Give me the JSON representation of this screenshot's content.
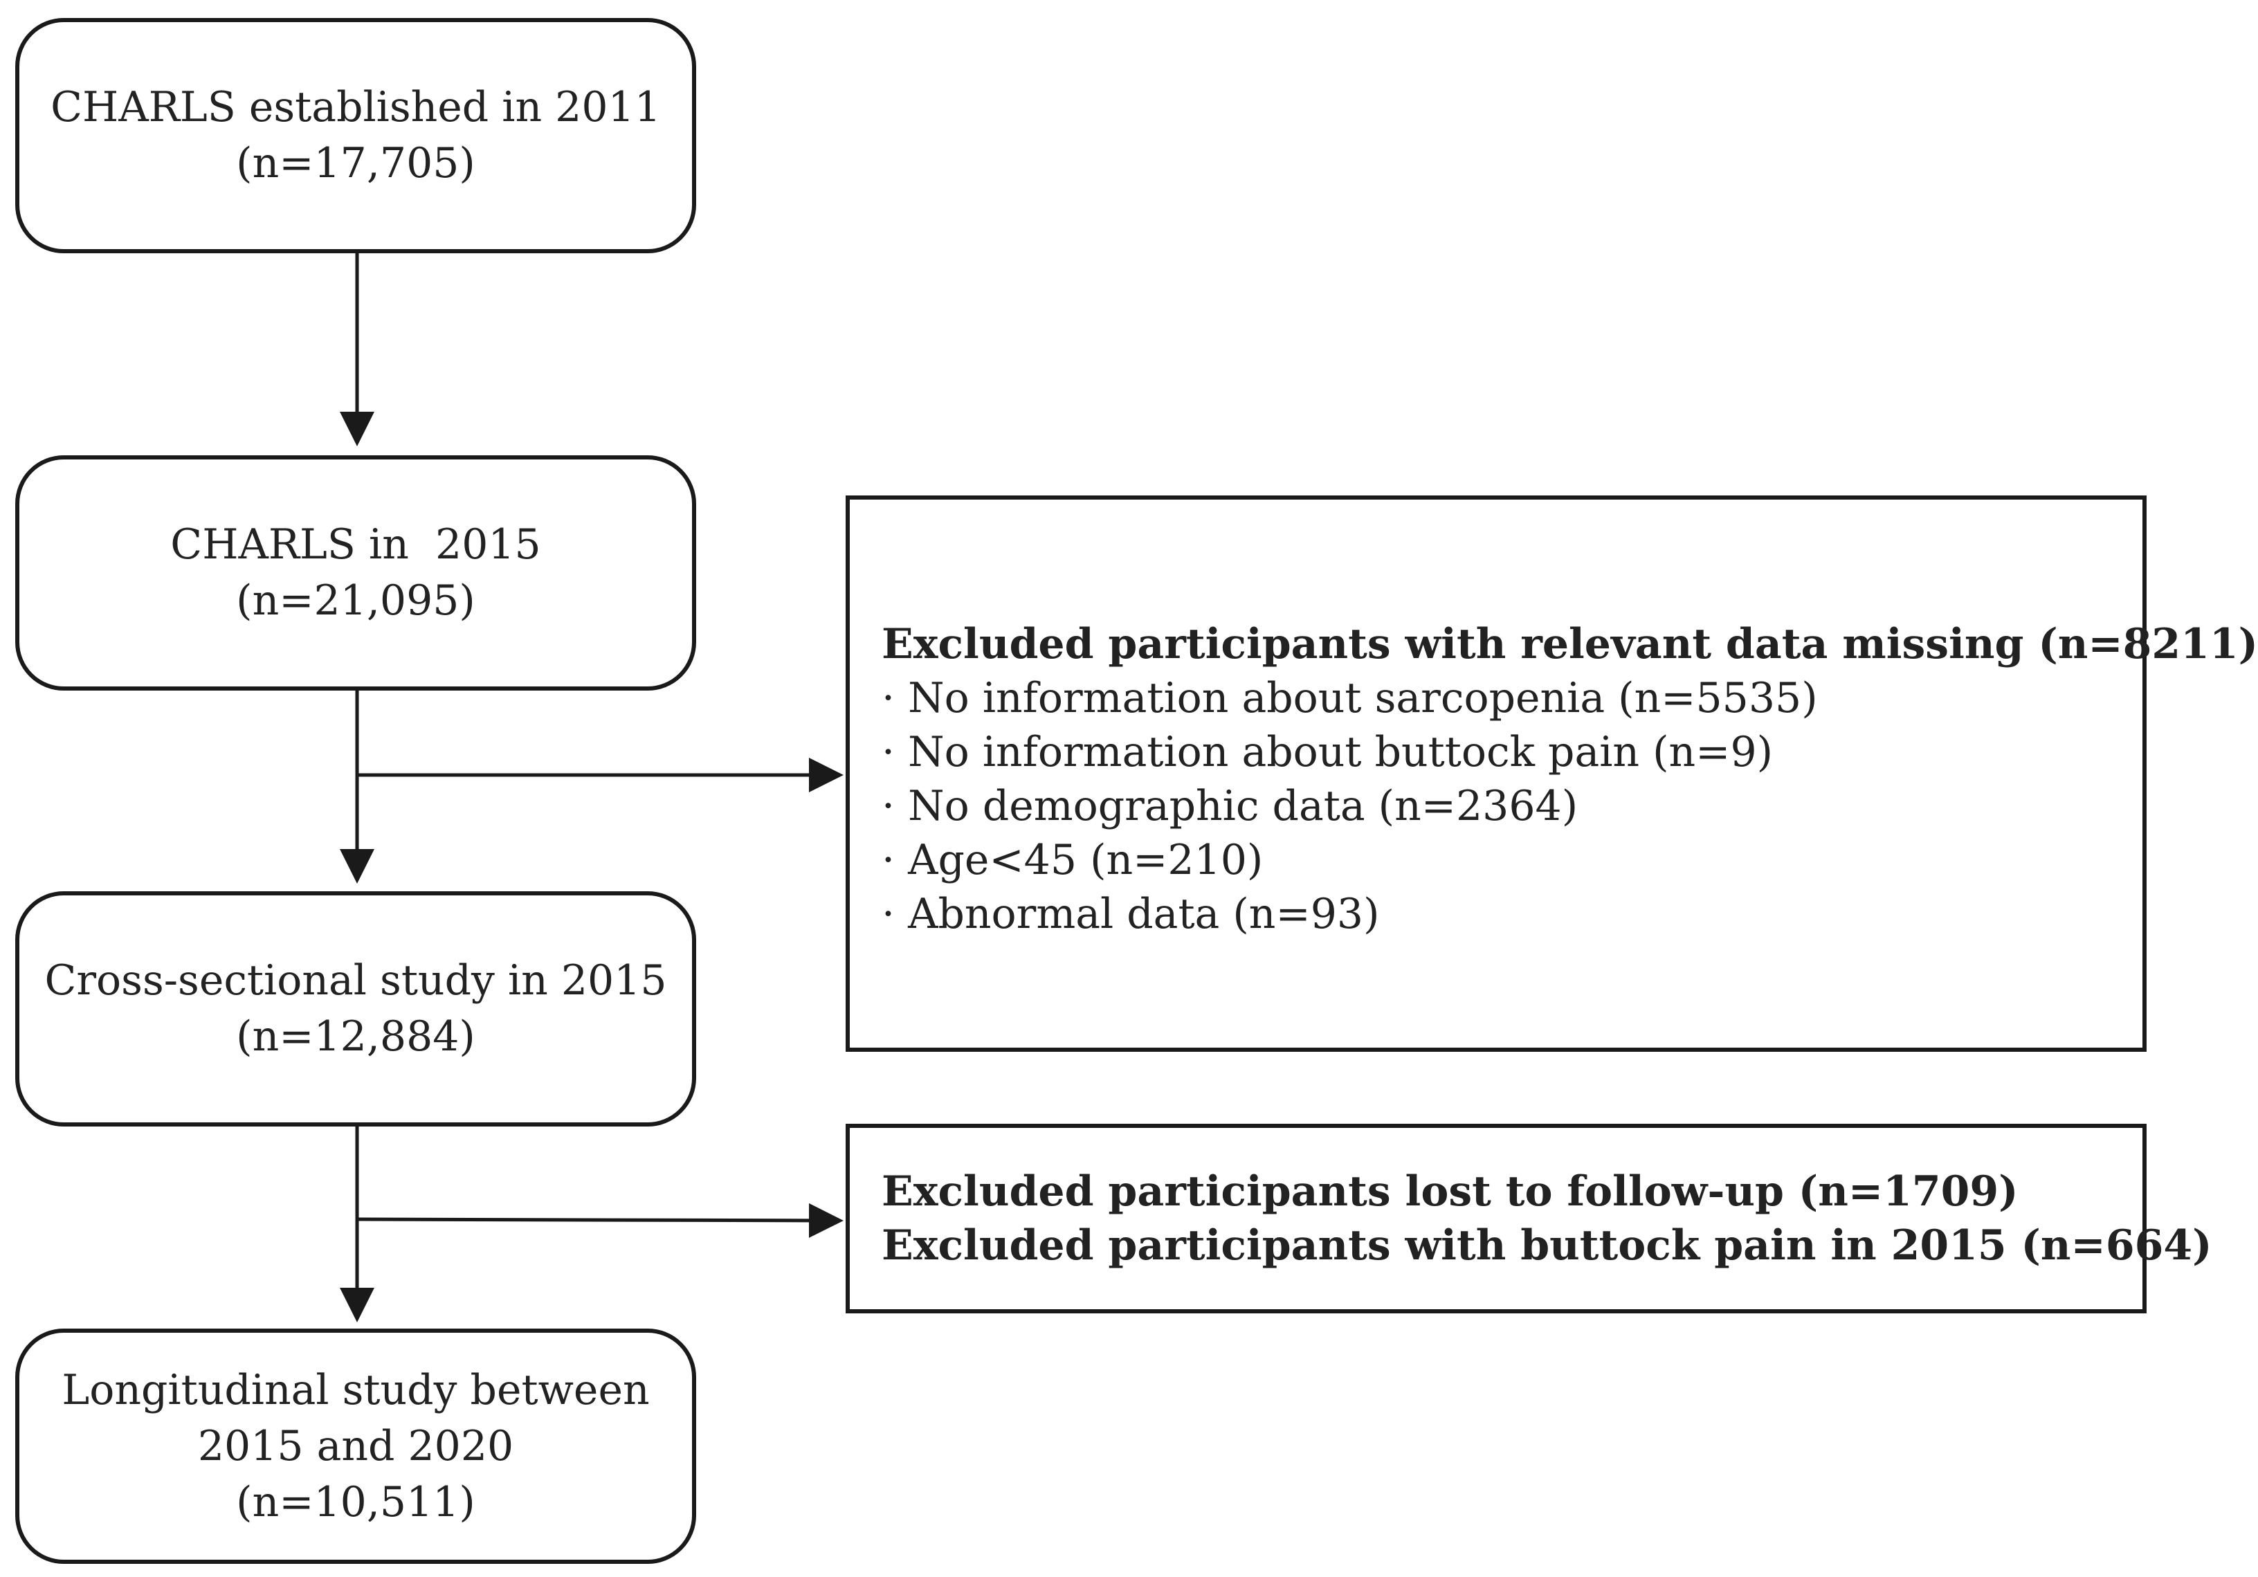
{
  "boxes": {
    "established_2011": {
      "line1": "CHARLS established in 2011",
      "line2": "(n=17,705)"
    },
    "charls_2015": {
      "line1": "CHARLS in  2015",
      "line2": "(n=21,095)"
    },
    "cross_sectional": {
      "line1": "Cross-sectional study in 2015",
      "line2": "(n=12,884)"
    },
    "longitudinal": {
      "line1": "Longitudinal study between",
      "line2": "2015 and 2020",
      "line3": "(n=10,511)"
    }
  },
  "exclusion_missing": {
    "title": "Excluded participants with relevant data missing (n=8211)",
    "items": [
      "· No information about sarcopenia (n=5535)",
      "· No information about buttock pain (n=9)",
      "· No demographic data (n=2364)",
      "· Age<45 (n=210)",
      "· Abnormal data (n=93)"
    ]
  },
  "exclusion_followup": {
    "line1": "Excluded participants lost to follow-up (n=1709)",
    "line2": "Excluded participants with buttock pain in 2015 (n=664)"
  }
}
